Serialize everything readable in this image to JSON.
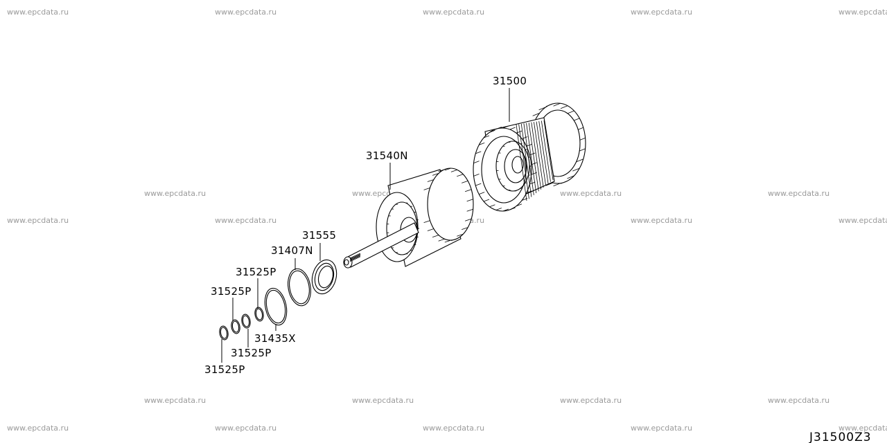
{
  "diagram": {
    "code": "J31500Z3",
    "watermark_text": "www.epcdata.ru",
    "parts": [
      {
        "id": "31500",
        "label": "31500"
      },
      {
        "id": "31540N",
        "label": "31540N"
      },
      {
        "id": "31555",
        "label": "31555"
      },
      {
        "id": "31407N",
        "label": "31407N"
      },
      {
        "id": "31525P-a",
        "label": "31525P"
      },
      {
        "id": "31525P-b",
        "label": "31525P"
      },
      {
        "id": "31435X",
        "label": "31435X"
      },
      {
        "id": "31525P-c",
        "label": "31525P"
      },
      {
        "id": "31525P-d",
        "label": "31525P"
      }
    ]
  }
}
